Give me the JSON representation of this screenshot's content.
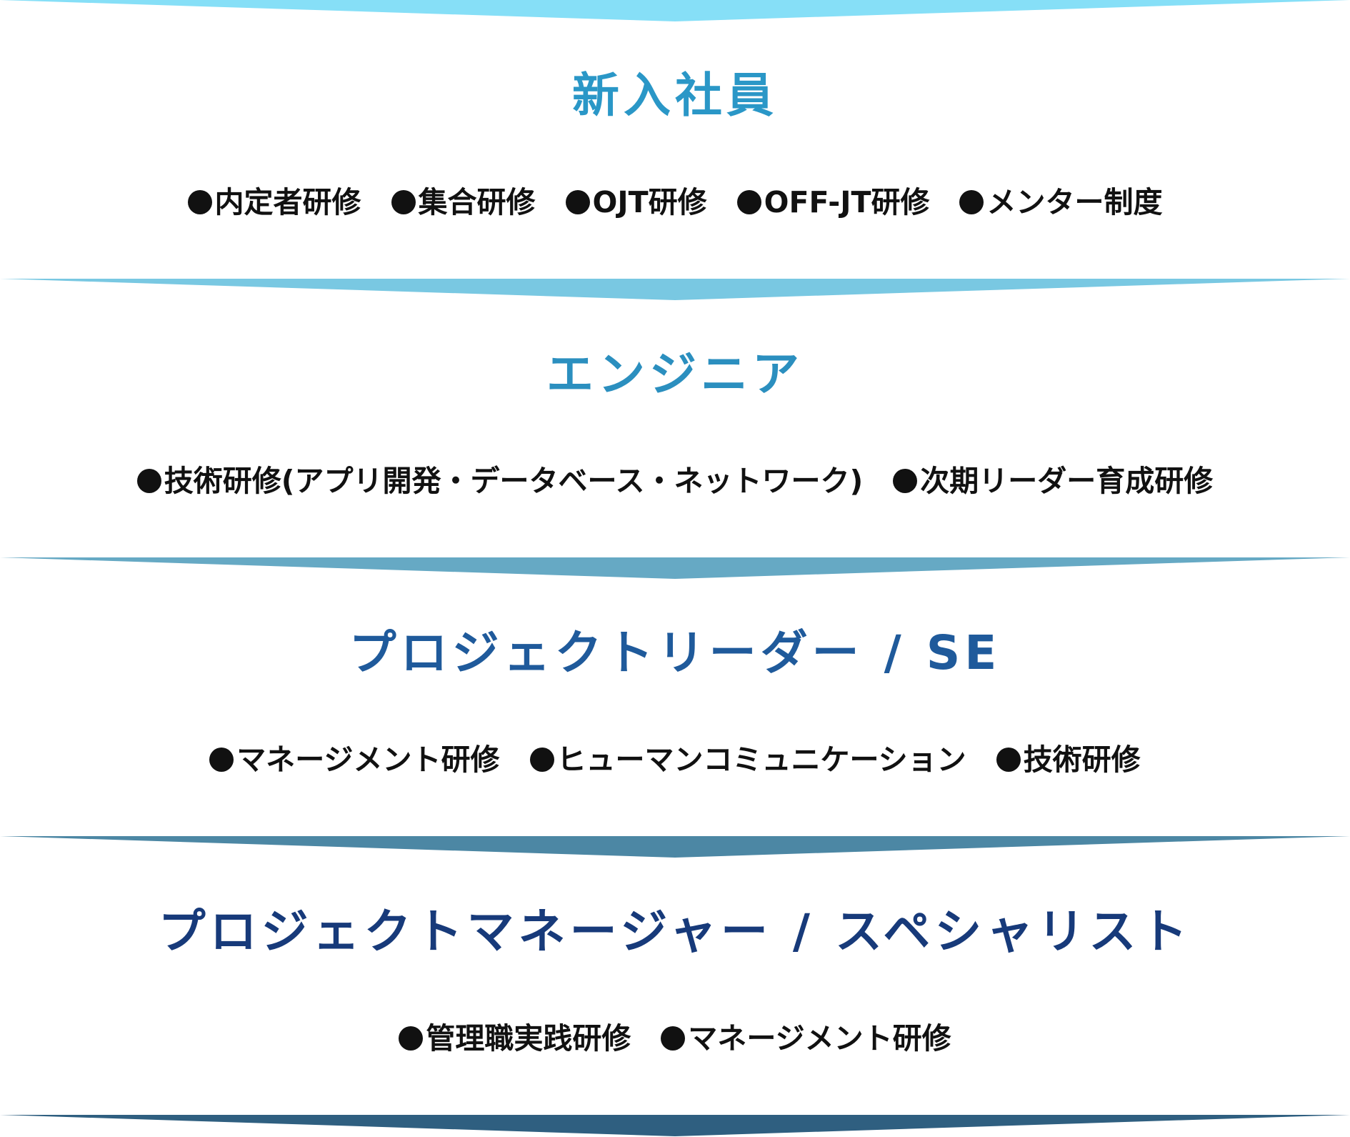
{
  "divider_colors": [
    "#86dff7",
    "#79c8e2",
    "#66a9c4",
    "#4c87a4",
    "#2f5f80"
  ],
  "levels": [
    {
      "title": "新入社員",
      "title_color": "#2a97c7",
      "items": [
        "内定者研修",
        "集合研修",
        "OJT研修",
        "OFF-JT研修",
        "メンター制度"
      ]
    },
    {
      "title": "エンジニア",
      "title_color": "#2b8fbf",
      "items": [
        "技術研修(アプリ開発・データベース・ネットワーク)",
        "次期リーダー育成研修"
      ]
    },
    {
      "title": "プロジェクトリーダー / SE",
      "title_color": "#1f5a9b",
      "items": [
        "マネージメント研修",
        "ヒューマンコミュニケーション",
        "技術研修"
      ]
    },
    {
      "title": "プロジェクトマネージャー / スペシャリスト",
      "title_color": "#173a7a",
      "items": [
        "管理職実践研修",
        "マネージメント研修"
      ]
    }
  ]
}
